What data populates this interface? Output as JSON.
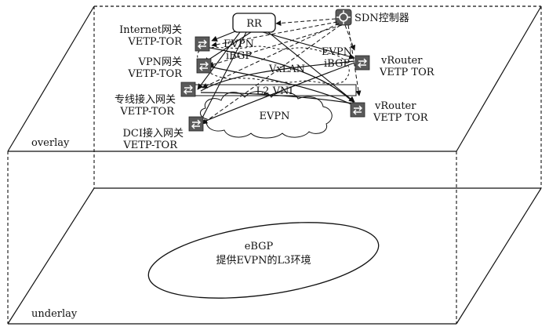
{
  "layers": {
    "overlay": "overlay",
    "underlay": "underlay"
  },
  "overlay": {
    "rr": "RR",
    "sdn_controller": "SDN控制器",
    "evpn_ibgp_left": [
      "EVPN",
      "iBGP"
    ],
    "evpn_ibgp_right": [
      "EVPN",
      "iBGP"
    ],
    "vxlan": "VxLAN",
    "l2_vni": "L2 VNI",
    "evpn_cloud": "EVPN",
    "internet_gateway": [
      "Internet网关",
      "VETP-TOR"
    ],
    "vpn_gateway": [
      "VPN网关",
      "VETP-TOR"
    ],
    "leased_line_gateway": [
      "专线接入网关",
      "VETP-TOR"
    ],
    "dci_gateway": [
      "DCI接入网关",
      "VETP-TOR"
    ],
    "vrouter_top": [
      "vRouter",
      "VETP TOR"
    ],
    "vrouter_bottom": [
      "vRouter",
      "VETP TOR"
    ]
  },
  "underlay": {
    "ebgp": "eBGP",
    "l3_env": "提供EVPN的L3环境"
  },
  "icons": {
    "device": "router-switch-icon",
    "controller": "sdn-controller-icon"
  },
  "colors": {
    "line": "#111111",
    "device_fill": "#555555",
    "background": "#ffffff"
  }
}
